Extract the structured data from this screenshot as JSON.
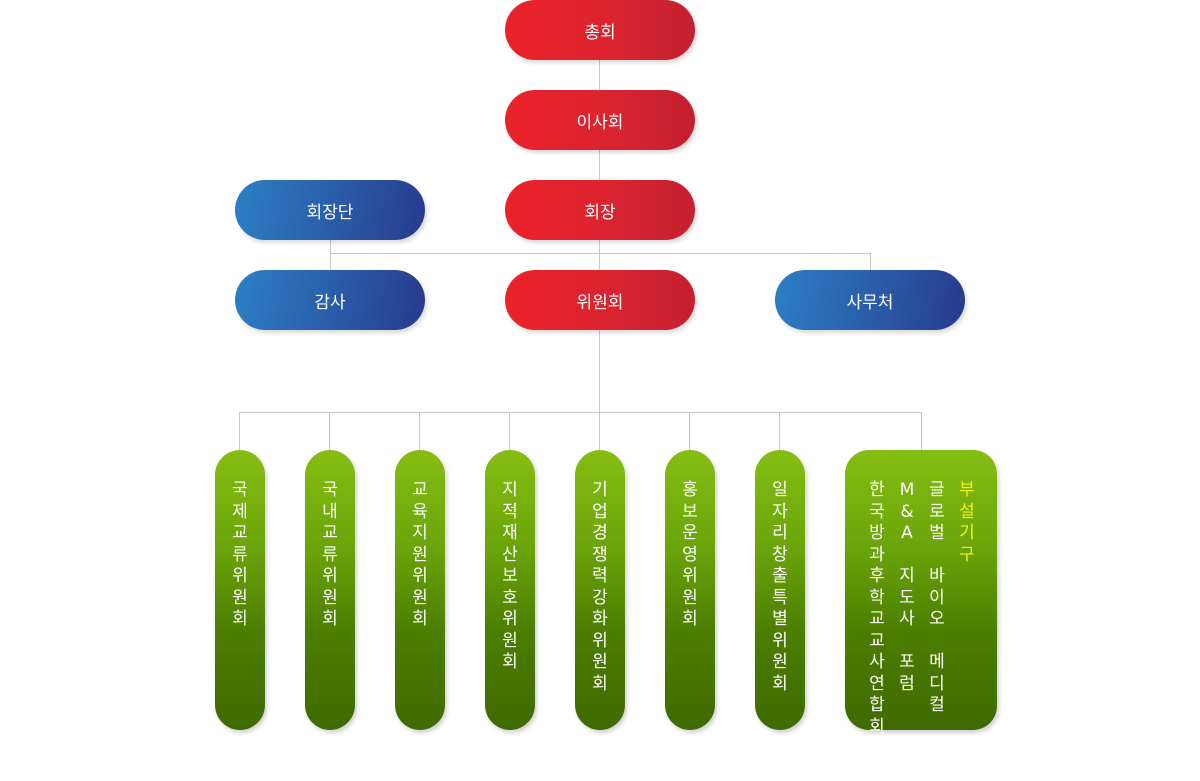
{
  "top": {
    "general_assembly": "총회",
    "board": "이사회",
    "president": "회장",
    "presidium": "회장단",
    "audit": "감사",
    "committee": "위원회",
    "secretariat": "사무처"
  },
  "committees": [
    "국제교류위원회",
    "국내교류위원회",
    "교육지원위원회",
    "지적재산보호위원회",
    "기업경쟁력강화위원회",
    "홍보운영위원회",
    "일자리창출특별위원회"
  ],
  "affiliated": {
    "title": "부설기구",
    "items": [
      "글로벌 바이오 메디컬 포럼",
      "M&A 지도사 포럼",
      "한국방과후학교교사연합회"
    ]
  },
  "colors": {
    "red": "#e0222f",
    "blue": "#2a5aa7",
    "green": "#5a8e05",
    "affiliated_title": "#f3f20f",
    "connector": "#c9c9c9"
  }
}
